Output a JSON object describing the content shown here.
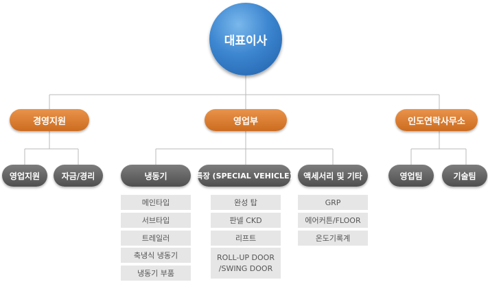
{
  "ceo": {
    "label": "대표이사"
  },
  "departments": [
    {
      "label": "경영지원",
      "teams": [
        {
          "label": "영업지원"
        },
        {
          "label": "자금/경리"
        }
      ]
    },
    {
      "label": "영업부",
      "teams": [
        {
          "label": "냉동기",
          "items": [
            "메인타입",
            "서브타입",
            "트레일러",
            "축냉식 냉동기",
            "냉동기 부품"
          ]
        },
        {
          "label": "특장 (SPECIAL VEHICLE)",
          "items": [
            "완성 탑",
            "판넬 CKD",
            "리프트",
            "ROLL-UP DOOR /SWING DOOR"
          ]
        },
        {
          "label": "액세서리 및 기타",
          "items": [
            "GRP",
            "에어커튼/FLOOR",
            "온도기록계"
          ]
        }
      ]
    },
    {
      "label": "인도연락사무소",
      "teams": [
        {
          "label": "영업팀"
        },
        {
          "label": "기술팀"
        }
      ]
    }
  ],
  "colors": {
    "ceo": "#3d86d0",
    "department": "#dd7f33",
    "team": "#5f5f5f",
    "item_bg": "#e6e6e6",
    "connector": "#b8b8b8"
  }
}
